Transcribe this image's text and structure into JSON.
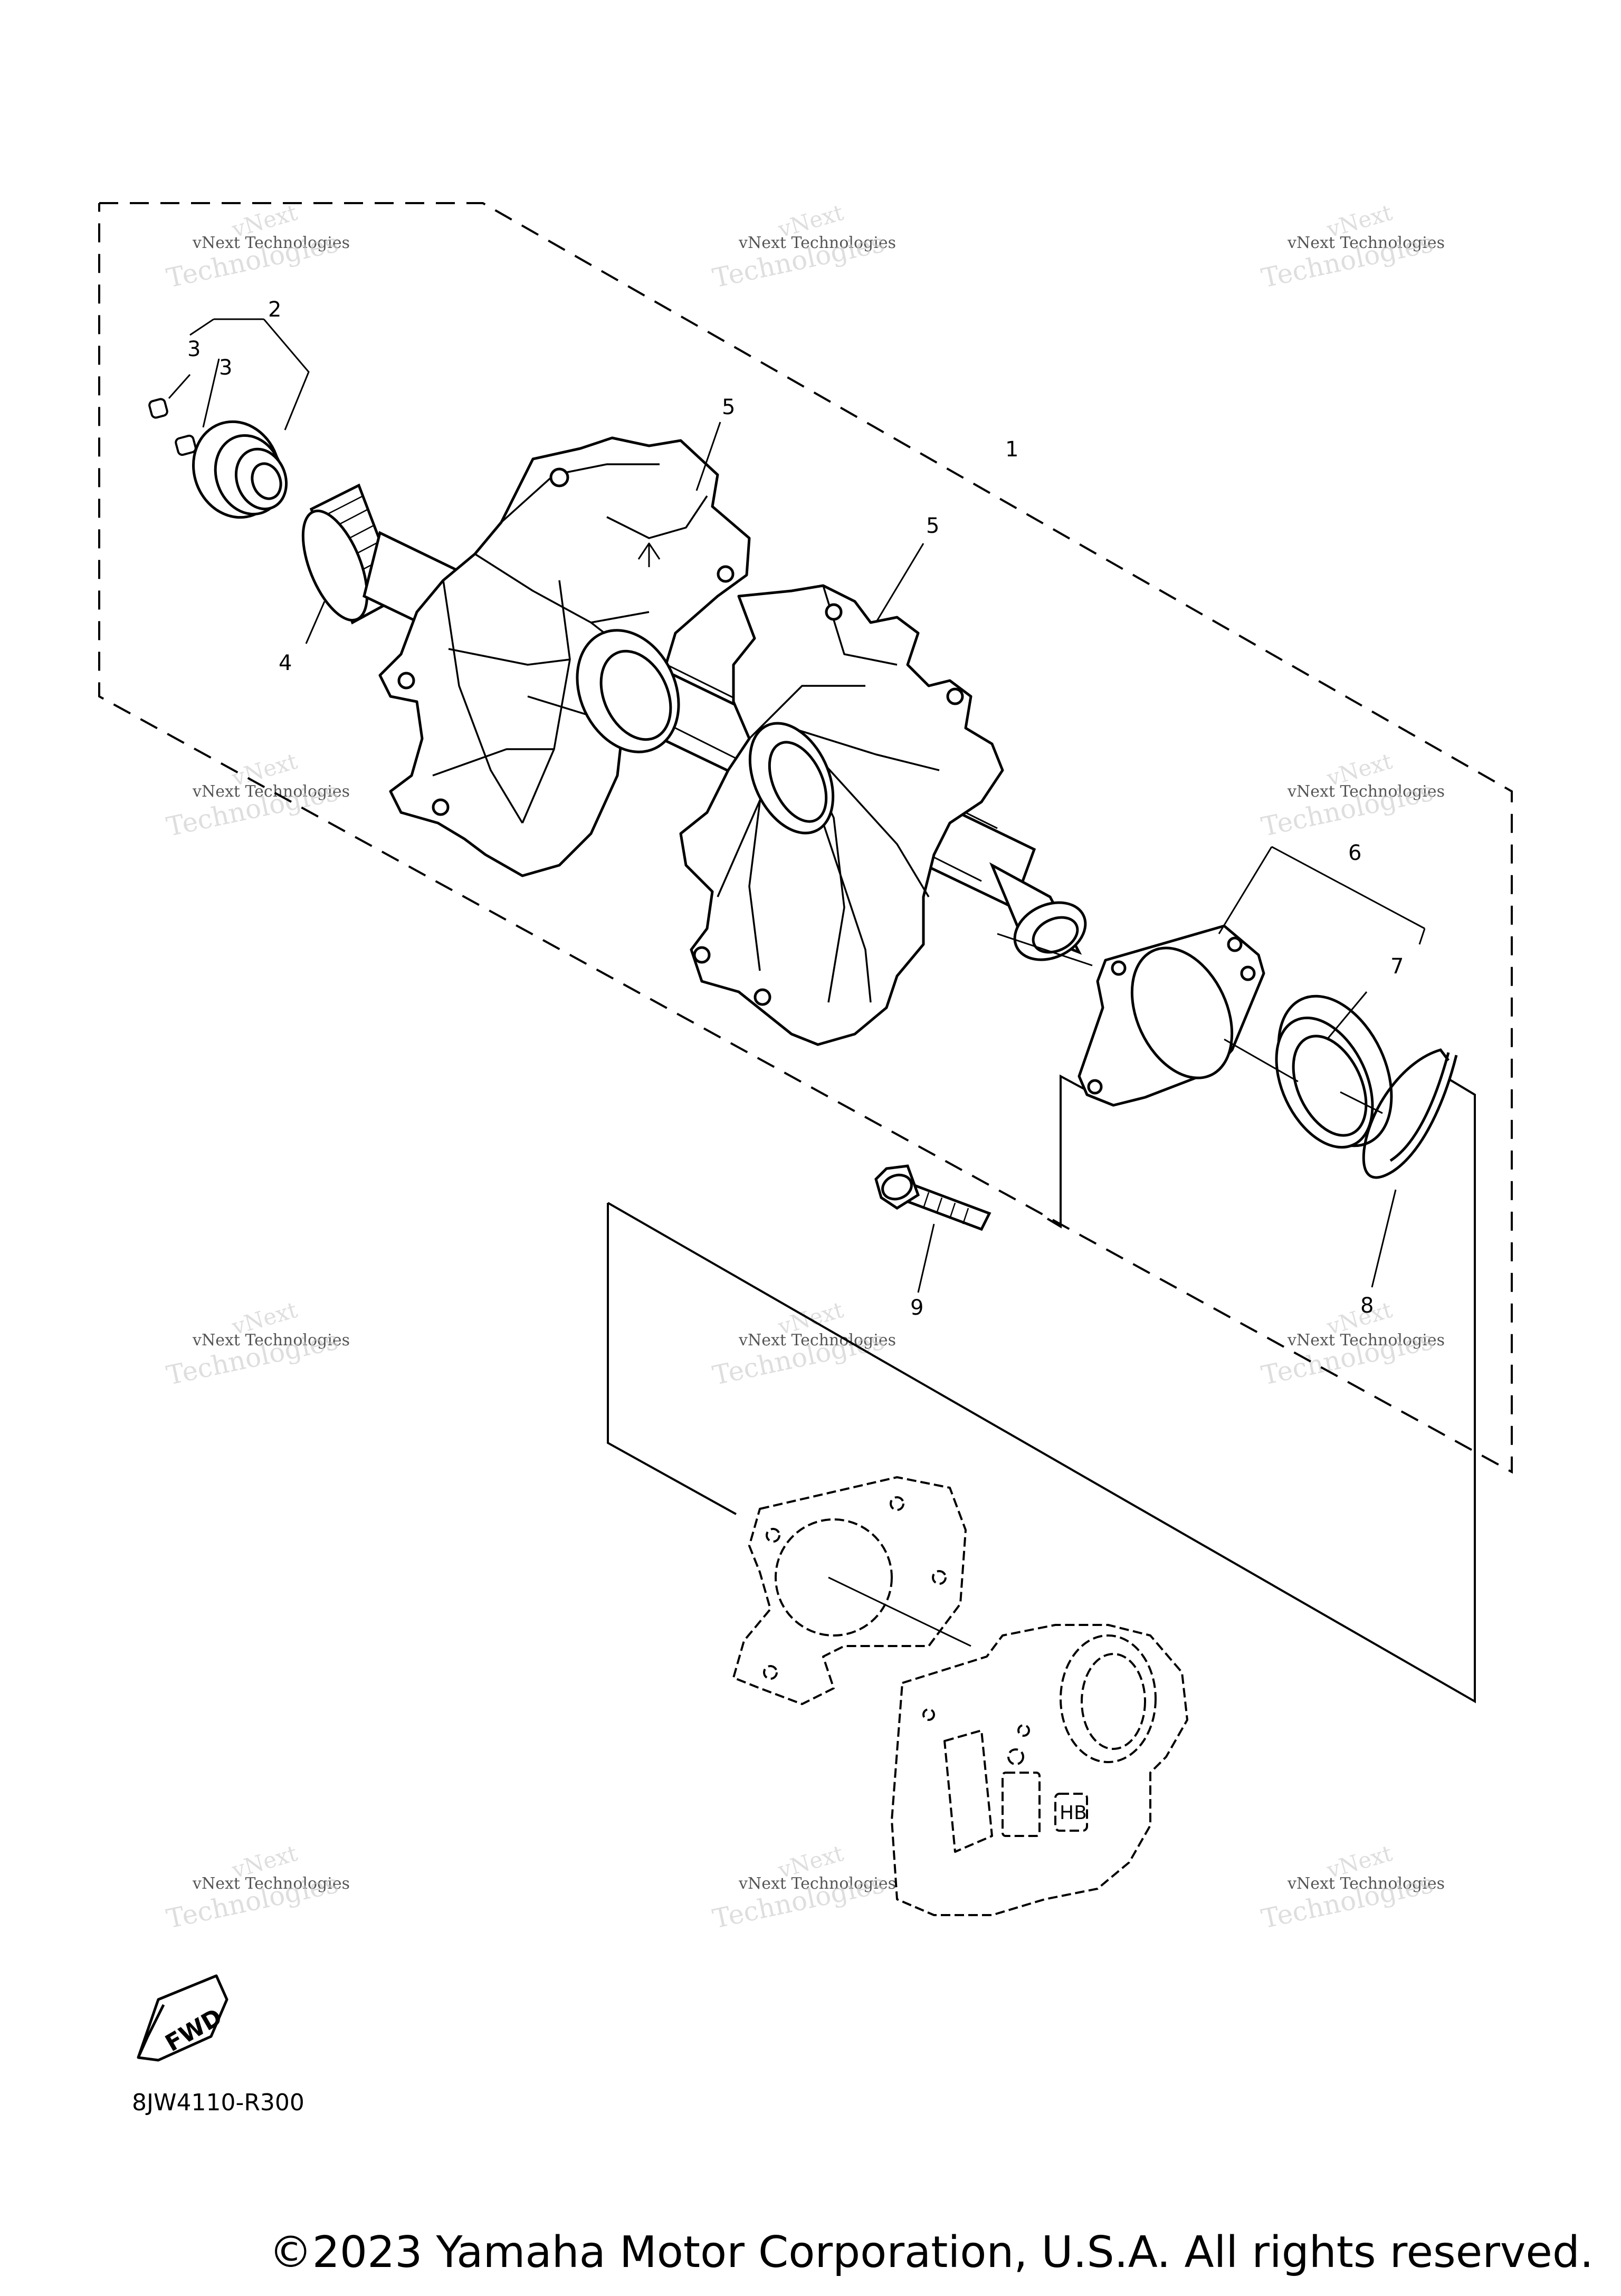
{
  "diagram_code": "8JW4110-R300",
  "copyright": "©2023 Yamaha Motor Corporation, U.S.A. All rights reserved.",
  "fwd_label": "FWD",
  "watermark": {
    "line1": "vNext Technologies",
    "line2": "vNext",
    "line3": "Technologies"
  },
  "callouts": [
    "1",
    "2",
    "3",
    "3",
    "4",
    "5",
    "5",
    "6",
    "7",
    "8",
    "9"
  ],
  "colors": {
    "line": "#000000",
    "watermark": "#c8c8c8",
    "background": "#ffffff"
  }
}
